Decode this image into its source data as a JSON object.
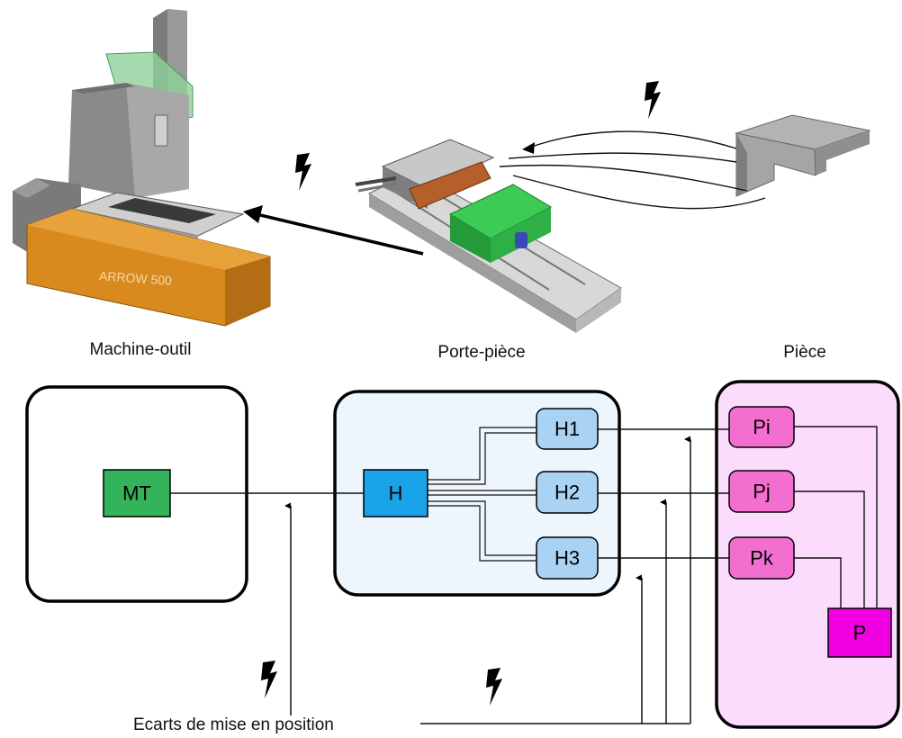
{
  "labels": {
    "machine": "Machine-outil",
    "fixture": "Porte-pièce",
    "part": "Pièce",
    "deviations": "Ecarts de mise en position"
  },
  "machine_brand": "ARROW 500",
  "nodes": {
    "MT": "MT",
    "H": "H",
    "H1": "H1",
    "H2": "H2",
    "H3": "H3",
    "Pi": "Pi",
    "Pj": "Pj",
    "Pk": "Pk",
    "P": "P"
  },
  "colors": {
    "mt": "#33b35a",
    "h": "#1aa3e8",
    "h_sub": "#a9d2f3",
    "fixture_bg": "#eef6fd",
    "part_bg": "#fcdcfc",
    "p_sub": "#f26fd0",
    "p_main": "#f000e0",
    "machine_orange": "#d98a1e",
    "machine_grey": "#8e8e8e",
    "fixture_green": "#2fbf4a",
    "fixture_brown": "#b5602a"
  }
}
